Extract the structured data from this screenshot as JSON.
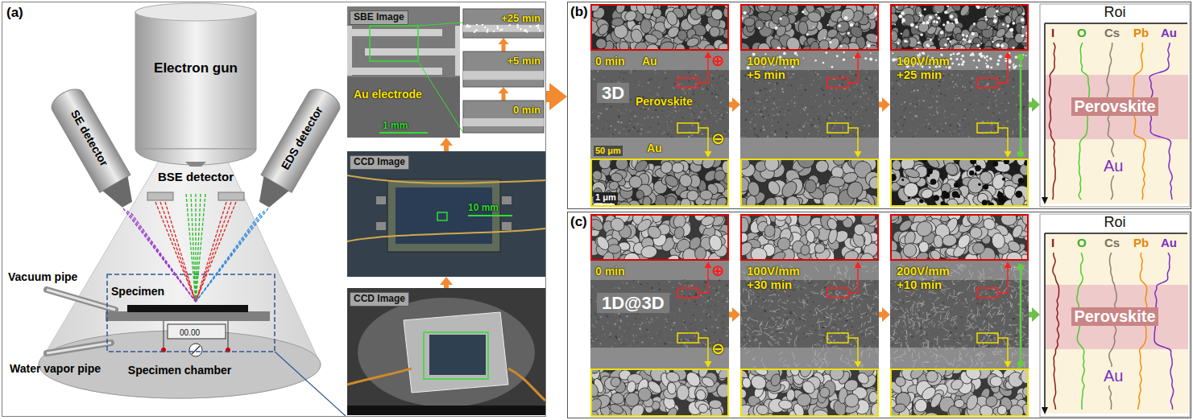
{
  "diagram": {
    "nodes": [
      {
        "text": [
          "(a)"
        ]
      },
      {
        "text": [
          "Electron gun"
        ],
        "in": 0
      },
      {
        "text": [
          "SE detector"
        ],
        "in": 0
      },
      {
        "text": [
          "EDS detector"
        ],
        "in": 0
      },
      {
        "text": [
          "BSE detector"
        ],
        "in": 0
      },
      {
        "text": [
          "Specimen chamber"
        ],
        "in": 0
      },
      {
        "text": [
          "Specimen"
        ],
        "in": 5
      },
      {
        "text": [
          "SBE Image",
          "Au electrode",
          "1 mm"
        ],
        "in": 0
      },
      {
        "text": [
          "+25 min"
        ],
        "in": 7
      },
      {
        "text": [
          "+5 min"
        ],
        "in": 7
      },
      {
        "text": [
          "0 min"
        ],
        "in": 7
      },
      {
        "text": [
          "CCD Image",
          "10 mm"
        ],
        "in": 0
      },
      {
        "text": [
          "CCD Image"
        ],
        "in": 0
      },
      {
        "text": [
          "(b)"
        ]
      },
      {
        "text": [
          "0 min",
          "Au",
          "⊕",
          "3D",
          "Perovskite",
          "Au",
          "⊖",
          "50 μm",
          "1 μm"
        ],
        "in": 13
      },
      {
        "text": [
          "100V/mm +5 min"
        ],
        "in": 13
      },
      {
        "text": [
          "100V/mm +25 min"
        ],
        "in": 13
      },
      {
        "text": [
          "Roi",
          "I",
          "O",
          "Cs",
          "Pb",
          "Au",
          "Perovskite",
          "Au"
        ],
        "in": 13
      },
      {
        "text": [
          "(c)"
        ]
      },
      {
        "text": [
          "0 min",
          "⊕",
          "1D@3D",
          "⊖"
        ],
        "in": 18
      },
      {
        "text": [
          "100V/mm +30 min"
        ],
        "in": 18
      },
      {
        "text": [
          "200V/mm +10 min"
        ],
        "in": 18
      },
      {
        "text": [
          "Roi",
          "I",
          "O",
          "Cs",
          "Pb",
          "Au",
          "Perovskite",
          "Au"
        ],
        "in": 18
      }
    ],
    "edges": [
      {
        "from": 12,
        "to": 11,
        "arrow": "to"
      },
      {
        "from": 11,
        "to": 7,
        "arrow": "to"
      },
      {
        "from": 10,
        "to": 9,
        "arrow": "to"
      },
      {
        "from": 9,
        "to": 8,
        "arrow": "to"
      },
      {
        "from": 0,
        "to": 13,
        "arrow": "to"
      },
      {
        "from": 14,
        "to": 15,
        "arrow": "to"
      },
      {
        "from": 15,
        "to": 16,
        "arrow": "to"
      },
      {
        "from": 16,
        "to": 17,
        "arrow": "to"
      },
      {
        "from": 19,
        "to": 20,
        "arrow": "to"
      },
      {
        "from": 20,
        "to": 21,
        "arrow": "to"
      },
      {
        "from": 21,
        "to": 22,
        "arrow": "to"
      }
    ],
    "labels": [
      "Vacuum pipe",
      "Water vapor pipe",
      "00.00"
    ]
  }
}
